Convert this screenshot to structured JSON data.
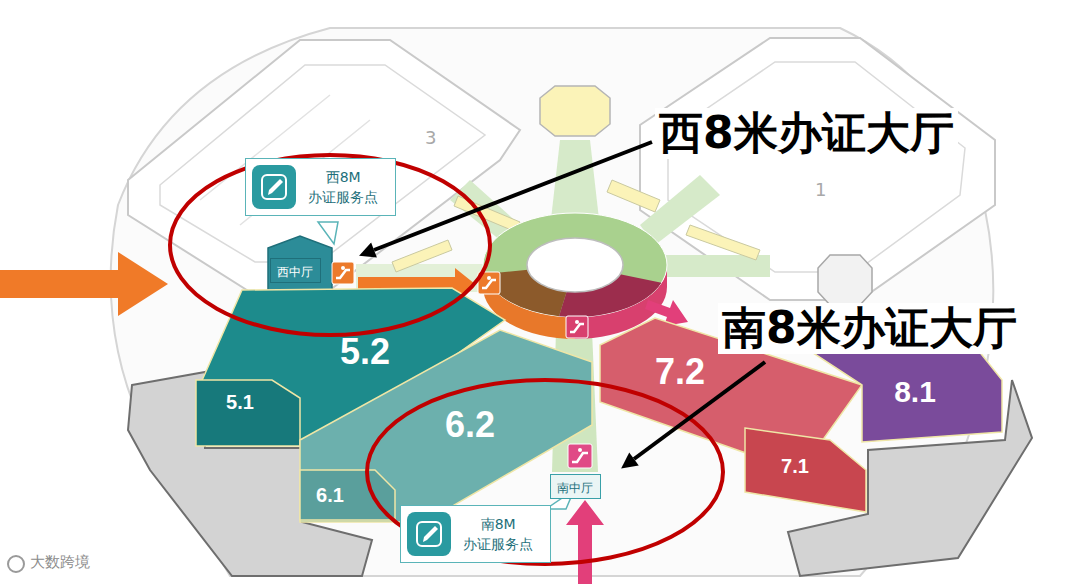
{
  "diagram": {
    "nodes": [
      {
        "text": [
          "西8M 办证服务点"
        ]
      },
      {
        "text": [
          "西中厅"
        ]
      },
      {
        "text": [
          "5.2"
        ]
      },
      {
        "text": [
          "5.1"
        ]
      },
      {
        "text": [
          "6.2"
        ]
      },
      {
        "text": [
          "6.1"
        ]
      },
      {
        "text": [
          "7.2"
        ]
      },
      {
        "text": [
          "8.1"
        ]
      },
      {
        "text": [
          "7.1"
        ]
      },
      {
        "text": [
          "南中厅"
        ]
      },
      {
        "text": [
          "南8M 办证服务点"
        ]
      }
    ],
    "labels": [
      "3",
      "1",
      "西8米办证大厅",
      "南8米办证大厅",
      "大数跨境"
    ]
  }
}
